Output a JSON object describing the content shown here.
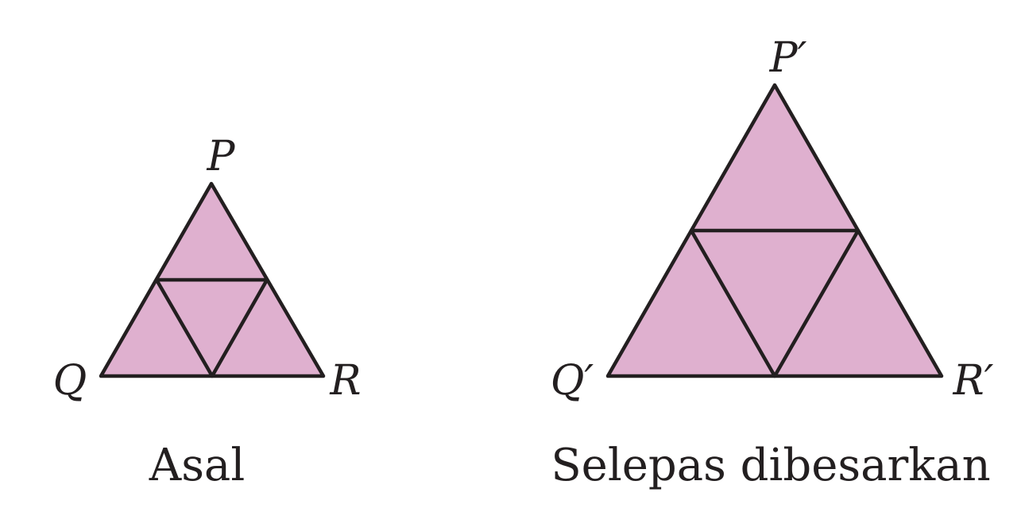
{
  "colors": {
    "fill": "#dfb0cf",
    "stroke": "#231f20"
  },
  "original": {
    "vertices": {
      "top": "P",
      "left": "Q",
      "right": "R"
    },
    "caption": "Asal"
  },
  "enlarged": {
    "vertices": {
      "top": "P′",
      "left": "Q′",
      "right": "R′"
    },
    "caption": "Selepas dibesarkan"
  }
}
